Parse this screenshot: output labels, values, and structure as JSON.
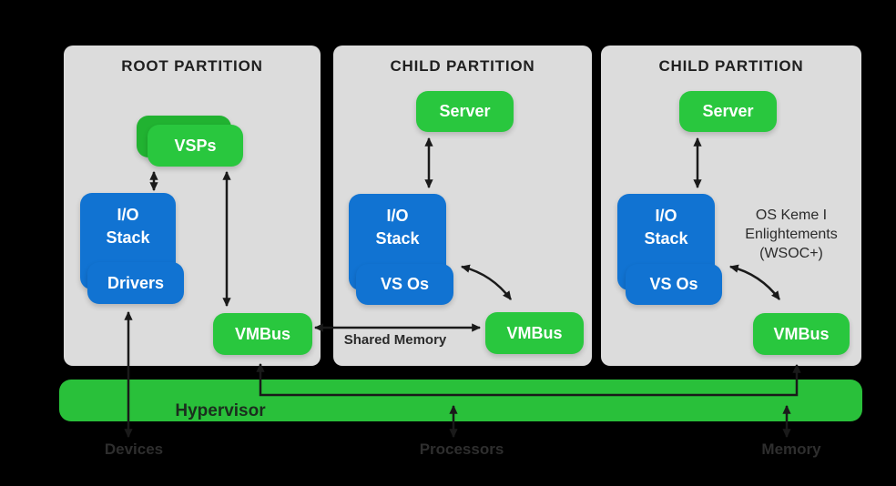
{
  "colors": {
    "background": "#000000",
    "panel": "#dcdcdc",
    "green": "#29c73e",
    "green_dark": "#21b231",
    "hypervisor_green": "#29c03a",
    "blue": "#1173d2",
    "arrow_ink": "#1a1a1a",
    "box_text": "#ffffff",
    "title_text": "#1f1f1f"
  },
  "partitions": [
    {
      "title": "ROOT PARTITION",
      "top_box": "VSPs",
      "io_stack": [
        "I/O",
        "Stack"
      ],
      "overlay_box": "Drivers",
      "vmbus": "VMBus"
    },
    {
      "title": "CHILD PARTITION",
      "top_box": "Server",
      "io_stack": [
        "I/O",
        "Stack"
      ],
      "overlay_box": "VS Os",
      "vmbus": "VMBus"
    },
    {
      "title": "CHILD PARTITION",
      "top_box": "Server",
      "io_stack": [
        "I/O",
        "Stack"
      ],
      "overlay_box": "VS Os",
      "vmbus": "VMBus",
      "annotation": [
        "OS Keme I",
        "Enlightements",
        "(WSOC+)"
      ]
    }
  ],
  "connections": {
    "shared_memory_label": "Shared Memory"
  },
  "hypervisor": {
    "label": "Hypervisor"
  },
  "hardware_labels": {
    "devices": "Devices",
    "processors": "Processors",
    "memory": "Memory"
  }
}
